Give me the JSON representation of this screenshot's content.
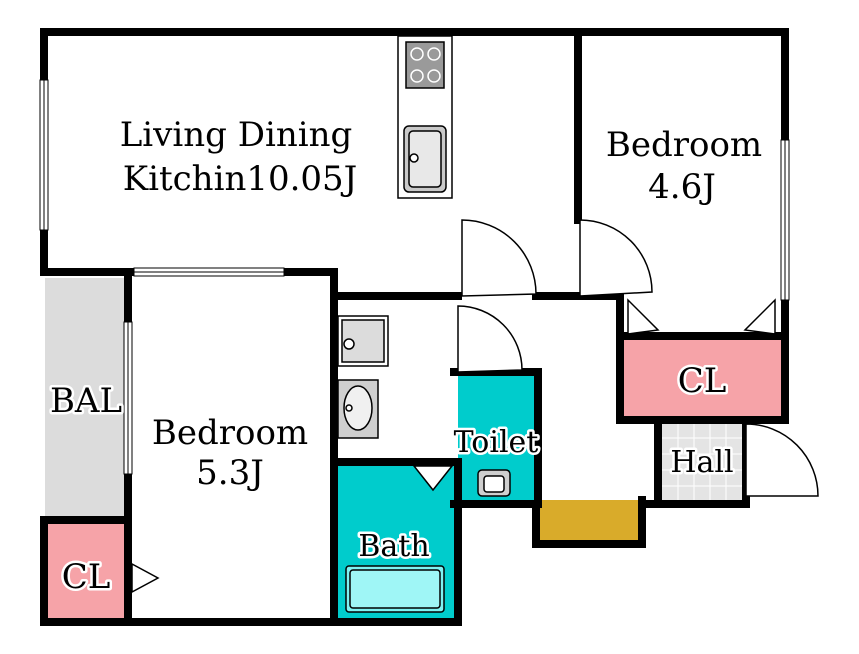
{
  "rooms": {
    "ldk": {
      "line1": "Living Dining",
      "line2": "Kitchin10.05J"
    },
    "bedroom_right": {
      "line1": "Bedroom",
      "line2": "4.6J"
    },
    "bedroom_left": {
      "line1": "Bedroom",
      "line2": "5.3J"
    },
    "balcony": "BAL",
    "closet_right": "CL",
    "closet_left": "CL",
    "toilet": "Toilet",
    "bath": "Bath",
    "hall": "Hall"
  },
  "colors": {
    "wall": "#000000",
    "closet": "#f6a3a8",
    "water": "#00cccc",
    "balcony": "#dcdcdc",
    "hall": "#e4e4e4",
    "shoe_box": "#d9ab2a",
    "tub": "#7ff2f2"
  }
}
